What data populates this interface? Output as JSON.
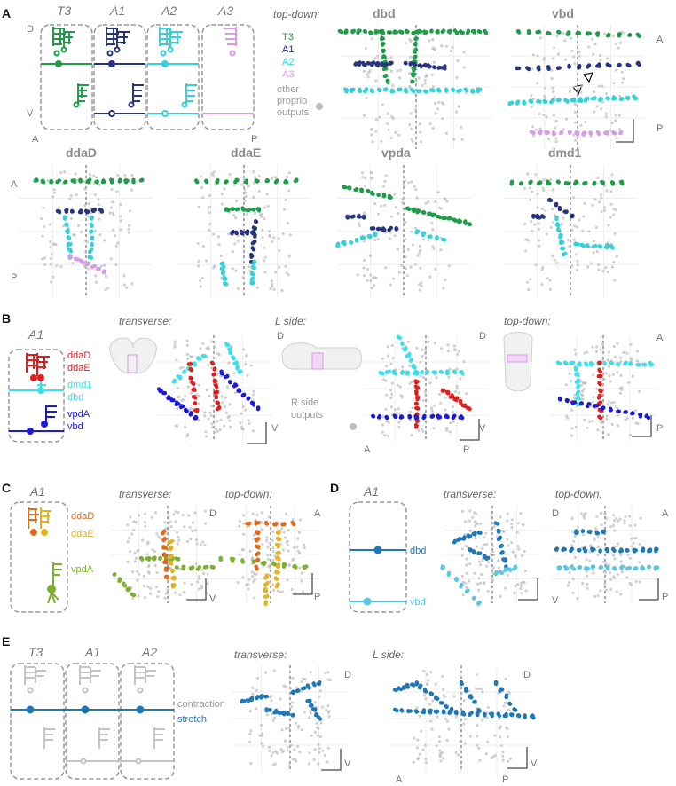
{
  "panels": {
    "A": {
      "label": "A",
      "segments": [
        "T3",
        "A1",
        "A2",
        "A3"
      ],
      "axes": {
        "dorsal": "D",
        "ventral": "V",
        "anterior": "A",
        "posterior": "P"
      },
      "topdown_label": "top-down:",
      "plot_titles": [
        "dbd",
        "vbd",
        "ddaD",
        "ddaE",
        "vpda",
        "dmd1"
      ],
      "legend": [
        "T3",
        "A1",
        "A2",
        "A3"
      ],
      "other_label": "other proprio outputs",
      "other_lines": [
        "other",
        "proprio",
        "outputs"
      ]
    },
    "B": {
      "label": "B",
      "segment": "A1",
      "neurons": [
        "ddaD",
        "ddaE",
        "dmd1",
        "dbd",
        "vpdA",
        "vbd"
      ],
      "views": [
        "transverse:",
        "L side:",
        "top-down:"
      ],
      "r_side_label": "R side outputs",
      "r_side_lines": [
        "R side",
        "outputs"
      ]
    },
    "C": {
      "label": "C",
      "segment": "A1",
      "neurons": [
        "ddaD",
        "ddaE",
        "vpdA"
      ],
      "views": [
        "transverse:",
        "top-down:"
      ]
    },
    "D": {
      "label": "D",
      "segment": "A1",
      "neurons": [
        "dbd",
        "vbd"
      ],
      "views": [
        "transverse:",
        "top-down:"
      ]
    },
    "E": {
      "label": "E",
      "segments": [
        "T3",
        "A1",
        "A2"
      ],
      "legend": [
        "contraction",
        "stretch"
      ],
      "views": [
        "transverse:",
        "L side:"
      ]
    }
  },
  "colors": {
    "T3": "#1e9e4a",
    "A1": "#27357e",
    "A2": "#35d0d8",
    "A3": "#d79be8",
    "other": "#bdbdbd",
    "ddaD_B": "#e11d1d",
    "dmd1_B": "#3de0ea",
    "vpdA_B": "#1b1bd6",
    "ddaD_C": "#e06a1b",
    "ddaE_C": "#e6b21e",
    "vpdA_C": "#7cb02e",
    "dbd_D": "#1f78b4",
    "vbd_D": "#5bc6e6",
    "stretch": "#1f78b4",
    "contraction": "#bdbdbd"
  }
}
